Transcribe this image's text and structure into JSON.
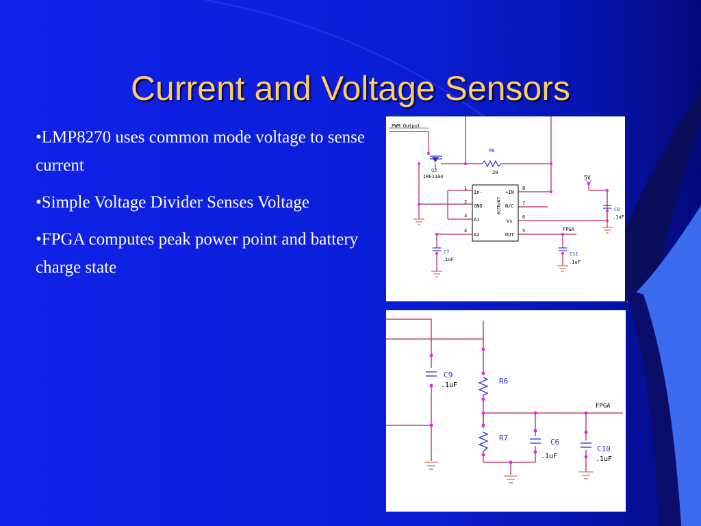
{
  "slide": {
    "title": "Current and Voltage Sensors",
    "bullets": [
      "•LMP8270 uses common mode voltage to sense current",
      "•Simple Voltage Divider Senses Voltage",
      "•FPGA computes peak power point and battery charge state"
    ]
  },
  "current_sensor_schematic": {
    "pwm_label": "PWM Output",
    "transistor_ref": "Q2",
    "transistor_part": "IRF1104",
    "resistor_ref": "R8",
    "resistor_value": "20",
    "ic_part": "LMP8270",
    "pins_left": [
      "1",
      "2",
      "3",
      "4"
    ],
    "pin_names_left": [
      "In-",
      "GND",
      "A1",
      "A2"
    ],
    "pins_right": [
      "8",
      "7",
      "6",
      "5"
    ],
    "pin_names_right": [
      "+IN",
      "N/C",
      "Vs",
      "OUT"
    ],
    "supply_label": "5V",
    "fpga_label": "FPGA",
    "c7_ref": "C7",
    "c7_value": ".1uF",
    "c8_ref": "C8",
    "c8_value": ".1uF",
    "c11_ref": "C11",
    "c11_value": ".1uF"
  },
  "voltage_divider_schematic": {
    "c9_ref": "C9",
    "c9_value": ".1uF",
    "r6_ref": "R6",
    "r7_ref": "R7",
    "c6_ref": "C6",
    "c6_value": ".1uF",
    "c10_ref": "C10",
    "c10_value": ".1uF",
    "fpga_label": "FPGA"
  },
  "colors": {
    "background": "#0b1ed8",
    "title": "#ffcc66",
    "wire": "#b0245a",
    "node": "#e020e0",
    "component": "#3030c0",
    "ground": "#d07050"
  }
}
